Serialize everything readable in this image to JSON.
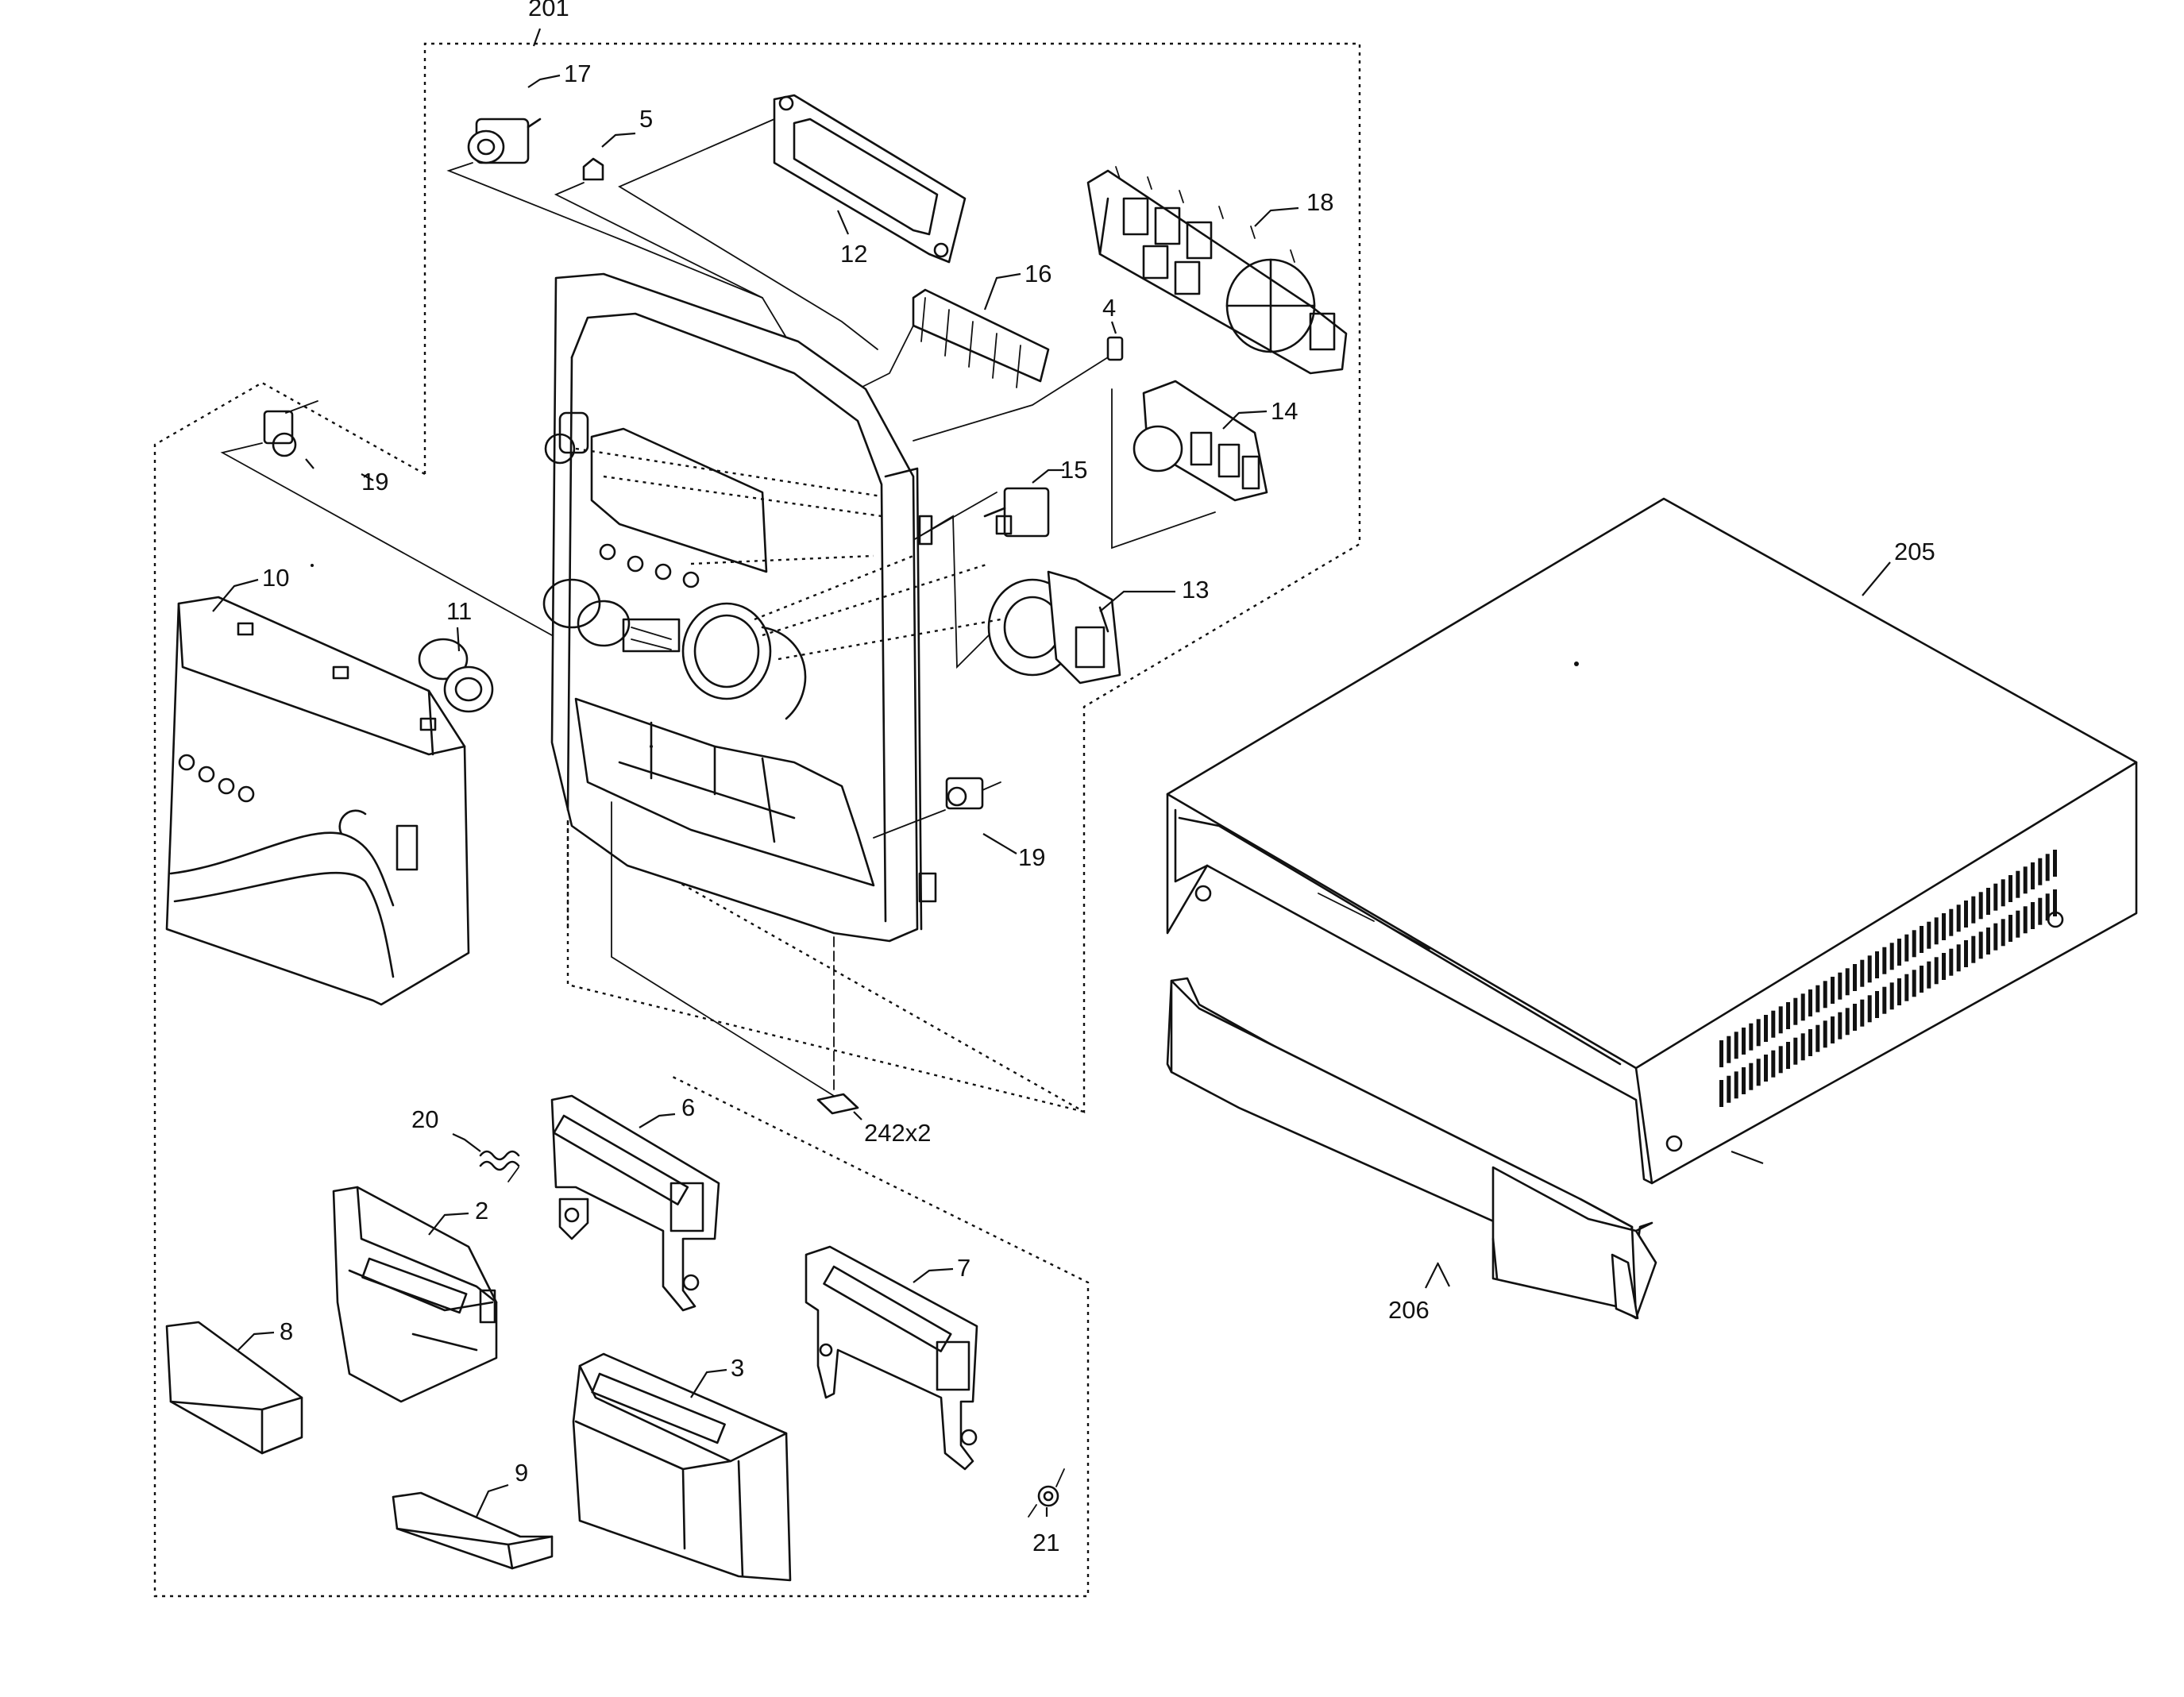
{
  "diagram": {
    "labels": {
      "p201": "201",
      "p17": "17",
      "p5": "5",
      "p12": "12",
      "p18": "18",
      "p16": "16",
      "p4": "4",
      "p14": "14",
      "p15": "15",
      "p13": "13",
      "p19a": "19",
      "p19b": "19",
      "p10": "10",
      "p11": "11",
      "p205": "205",
      "p206": "206",
      "p242": "242x2",
      "p20": "20",
      "p6": "6",
      "p2": "2",
      "p7": "7",
      "p8": "8",
      "p3": "3",
      "p9": "9",
      "p21": "21"
    }
  }
}
